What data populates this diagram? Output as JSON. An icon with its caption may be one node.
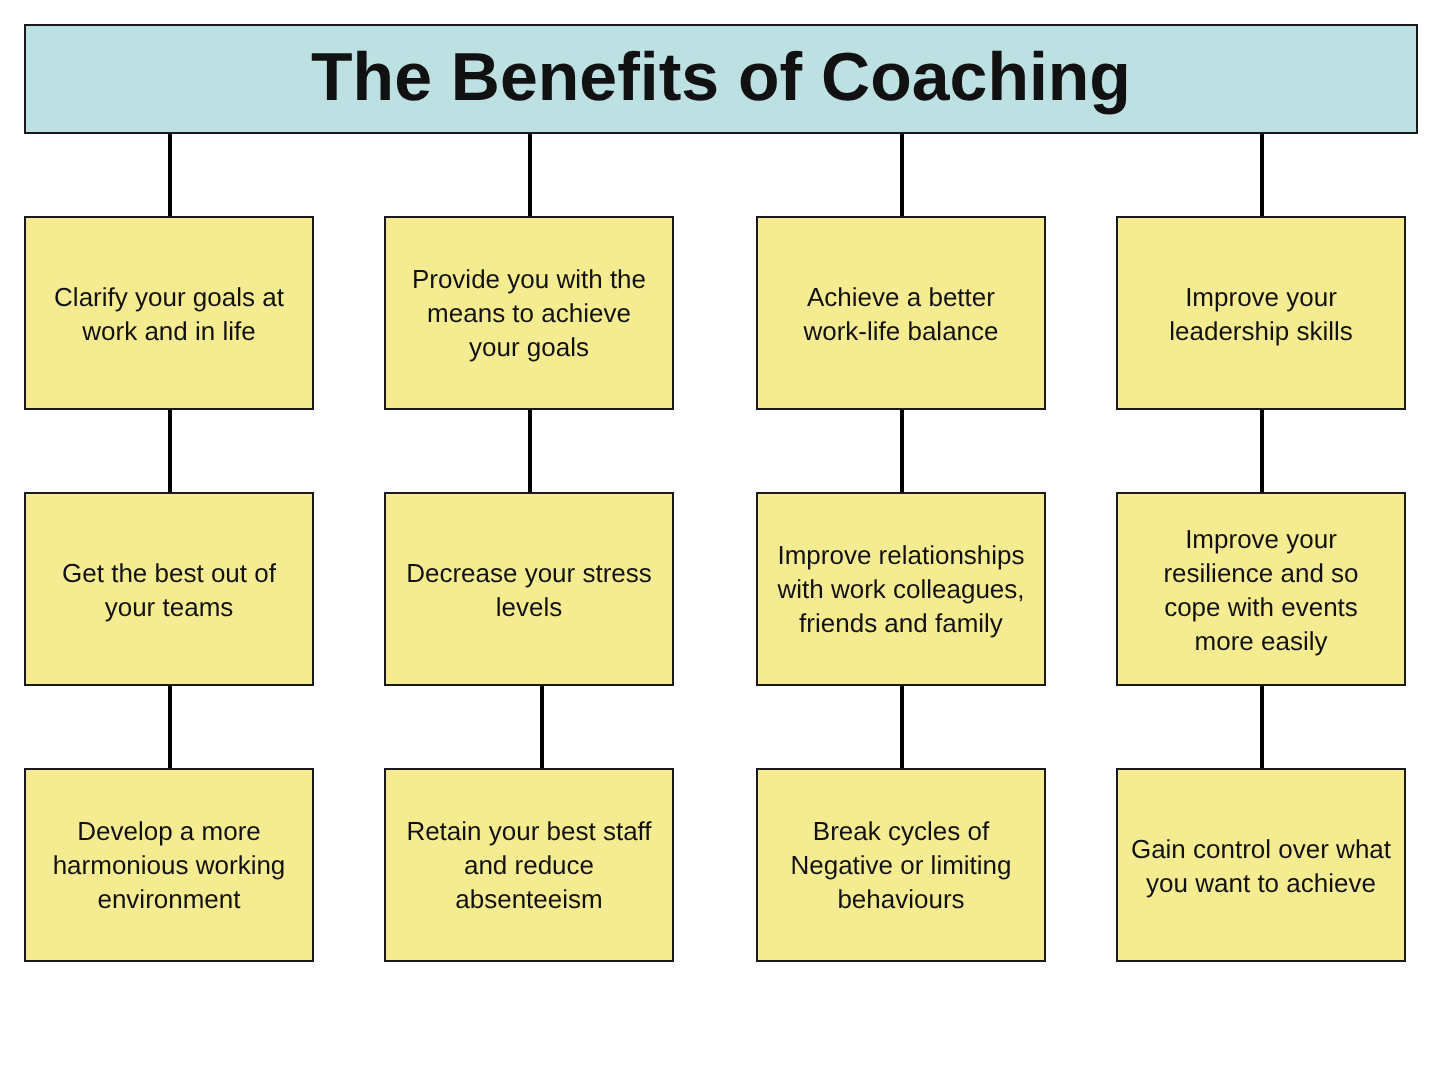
{
  "diagram": {
    "nodes": [
      {
        "text": [
          "The Benefits of Coaching"
        ]
      },
      {
        "text": [
          "Clarify your goals at work and in life"
        ]
      },
      {
        "text": [
          "Provide you with the means to achieve your goals"
        ]
      },
      {
        "text": [
          "Achieve a better work-life balance"
        ]
      },
      {
        "text": [
          "Improve your leadership skills"
        ]
      },
      {
        "text": [
          "Get the best out of your teams"
        ]
      },
      {
        "text": [
          "Decrease your stress levels"
        ]
      },
      {
        "text": [
          "Improve relationships with work colleagues, friends and family"
        ]
      },
      {
        "text": [
          "Improve your resilience and so cope with events more easily"
        ]
      },
      {
        "text": [
          "Develop a more harmonious working environment"
        ]
      },
      {
        "text": [
          "Retain your best staff and reduce absenteeism"
        ]
      },
      {
        "text": [
          "Break cycles of Negative or limiting behaviours"
        ]
      },
      {
        "text": [
          "Gain control over what you want to achieve"
        ]
      }
    ],
    "edges": [
      {
        "from": 0,
        "to": 1,
        "arrow": "none"
      },
      {
        "from": 0,
        "to": 2,
        "arrow": "none"
      },
      {
        "from": 0,
        "to": 3,
        "arrow": "none"
      },
      {
        "from": 0,
        "to": 4,
        "arrow": "none"
      },
      {
        "from": 1,
        "to": 5,
        "arrow": "none"
      },
      {
        "from": 2,
        "to": 6,
        "arrow": "none"
      },
      {
        "from": 3,
        "to": 7,
        "arrow": "none"
      },
      {
        "from": 4,
        "to": 8,
        "arrow": "none"
      },
      {
        "from": 5,
        "to": 9,
        "arrow": "none"
      },
      {
        "from": 6,
        "to": 10,
        "arrow": "none"
      },
      {
        "from": 7,
        "to": 11,
        "arrow": "none"
      },
      {
        "from": 8,
        "to": 12,
        "arrow": "none"
      }
    ]
  }
}
